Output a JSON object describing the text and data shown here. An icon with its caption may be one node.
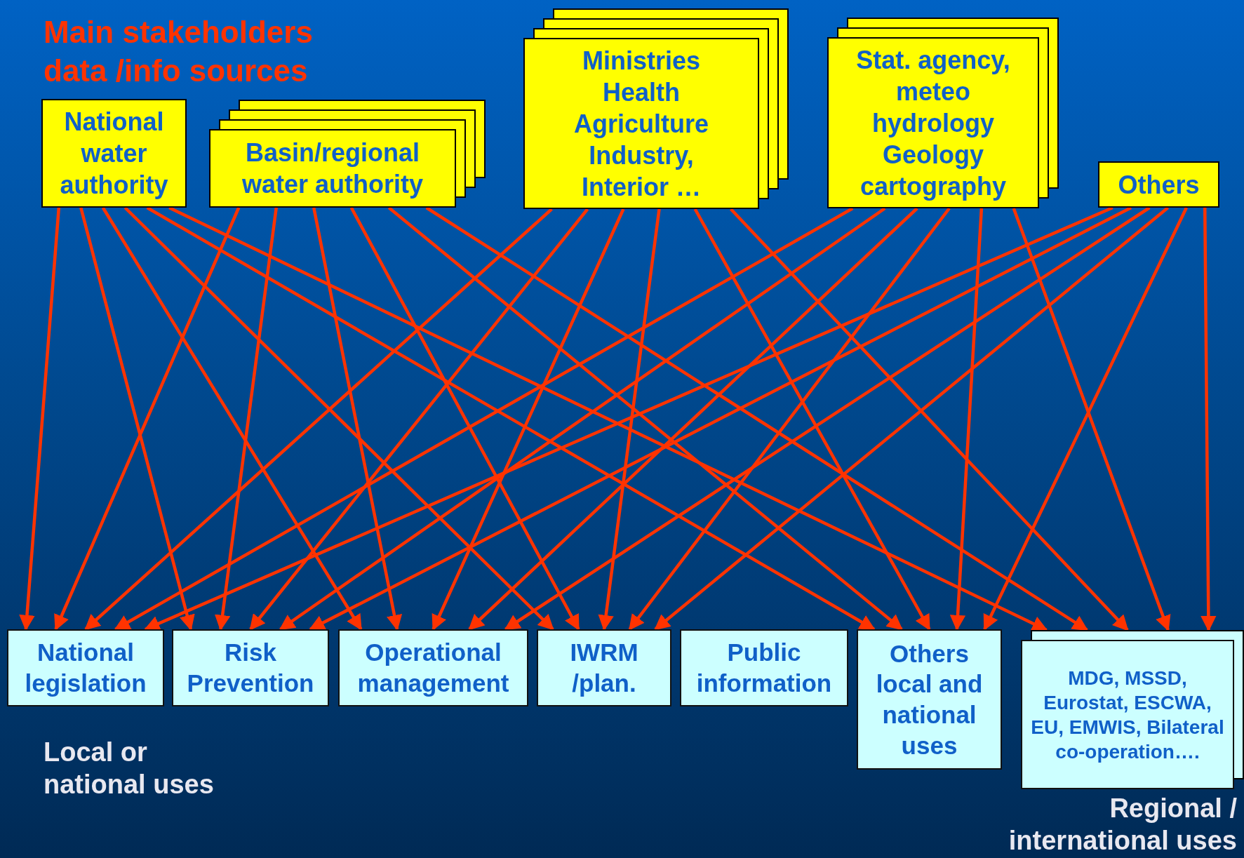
{
  "diagram": {
    "title": "Main stakeholders data /info sources",
    "nodes": [
      {
        "text": [
          "National water authority"
        ]
      },
      {
        "text": [
          "Basin/regional water authority"
        ]
      },
      {
        "text": [
          "Ministries Health Agriculture Industry, Interior …"
        ]
      },
      {
        "text": [
          "Stat. agency, meteo hydrology Geology cartography"
        ]
      },
      {
        "text": [
          "Others"
        ]
      },
      {
        "text": [
          "National legislation"
        ]
      },
      {
        "text": [
          "Risk Prevention"
        ]
      },
      {
        "text": [
          "Operational management"
        ]
      },
      {
        "text": [
          "IWRM /plan."
        ]
      },
      {
        "text": [
          "Public information"
        ]
      },
      {
        "text": [
          "Others local and national uses"
        ]
      },
      {
        "text": [
          "MDG, MSSD, Eurostat, ESCWA, EU, EMWIS, Bilateral co-operation…."
        ]
      }
    ],
    "edges": [
      {
        "from": 0,
        "to": 5,
        "arrow": "to"
      },
      {
        "from": 0,
        "to": 6,
        "arrow": "to"
      },
      {
        "from": 0,
        "to": 7,
        "arrow": "to"
      },
      {
        "from": 0,
        "to": 8,
        "arrow": "to"
      },
      {
        "from": 0,
        "to": 10,
        "arrow": "to"
      },
      {
        "from": 0,
        "to": 11,
        "arrow": "to"
      },
      {
        "from": 1,
        "to": 5,
        "arrow": "to"
      },
      {
        "from": 1,
        "to": 6,
        "arrow": "to"
      },
      {
        "from": 1,
        "to": 7,
        "arrow": "to"
      },
      {
        "from": 1,
        "to": 8,
        "arrow": "to"
      },
      {
        "from": 1,
        "to": 10,
        "arrow": "to"
      },
      {
        "from": 1,
        "to": 11,
        "arrow": "to"
      },
      {
        "from": 2,
        "to": 5,
        "arrow": "to"
      },
      {
        "from": 2,
        "to": 6,
        "arrow": "to"
      },
      {
        "from": 2,
        "to": 7,
        "arrow": "to"
      },
      {
        "from": 2,
        "to": 8,
        "arrow": "to"
      },
      {
        "from": 2,
        "to": 10,
        "arrow": "to"
      },
      {
        "from": 2,
        "to": 11,
        "arrow": "to"
      },
      {
        "from": 3,
        "to": 5,
        "arrow": "to"
      },
      {
        "from": 3,
        "to": 6,
        "arrow": "to"
      },
      {
        "from": 3,
        "to": 7,
        "arrow": "to"
      },
      {
        "from": 3,
        "to": 8,
        "arrow": "to"
      },
      {
        "from": 3,
        "to": 10,
        "arrow": "to"
      },
      {
        "from": 3,
        "to": 11,
        "arrow": "to"
      },
      {
        "from": 4,
        "to": 5,
        "arrow": "to"
      },
      {
        "from": 4,
        "to": 6,
        "arrow": "to"
      },
      {
        "from": 4,
        "to": 7,
        "arrow": "to"
      },
      {
        "from": 4,
        "to": 8,
        "arrow": "to"
      },
      {
        "from": 4,
        "to": 10,
        "arrow": "to"
      },
      {
        "from": 4,
        "to": 11,
        "arrow": "to"
      }
    ],
    "labels": [
      "Local or national uses",
      "Regional / international uses"
    ]
  }
}
